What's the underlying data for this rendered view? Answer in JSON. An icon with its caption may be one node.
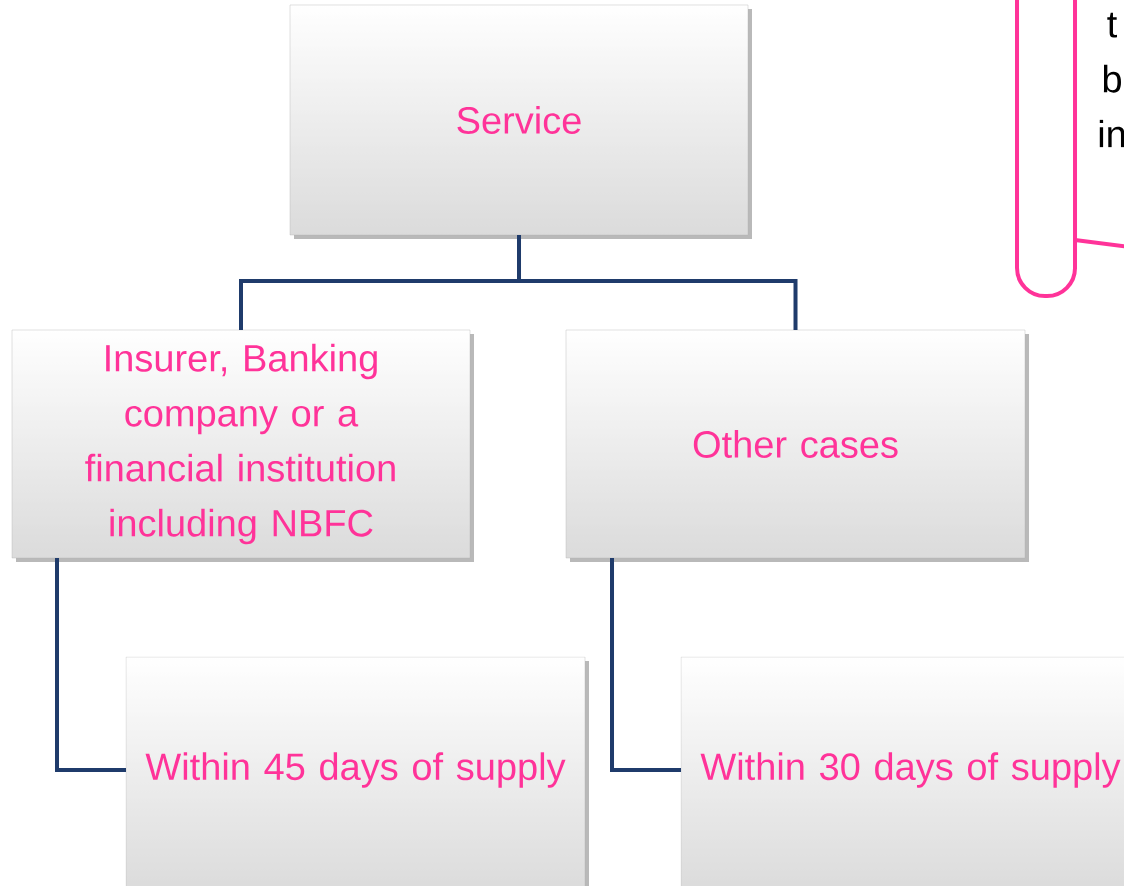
{
  "diagram": {
    "nodes": [
      {
        "text": [
          "Service"
        ]
      },
      {
        "text": [
          "Insurer, Banking company or a financial institution including NBFC"
        ]
      },
      {
        "text": [
          "Other cases"
        ]
      },
      {
        "text": [
          "Within 45 days of supply"
        ]
      },
      {
        "text": [
          "Within 30 days of supply"
        ]
      },
      {
        "text": [
          "t b in"
        ]
      }
    ],
    "edges": [
      {
        "from": 0,
        "to": 1,
        "arrow": "none"
      },
      {
        "from": 0,
        "to": 2,
        "arrow": "none"
      },
      {
        "from": 1,
        "to": 3,
        "arrow": "none"
      },
      {
        "from": 2,
        "to": 4,
        "arrow": "none"
      }
    ]
  }
}
